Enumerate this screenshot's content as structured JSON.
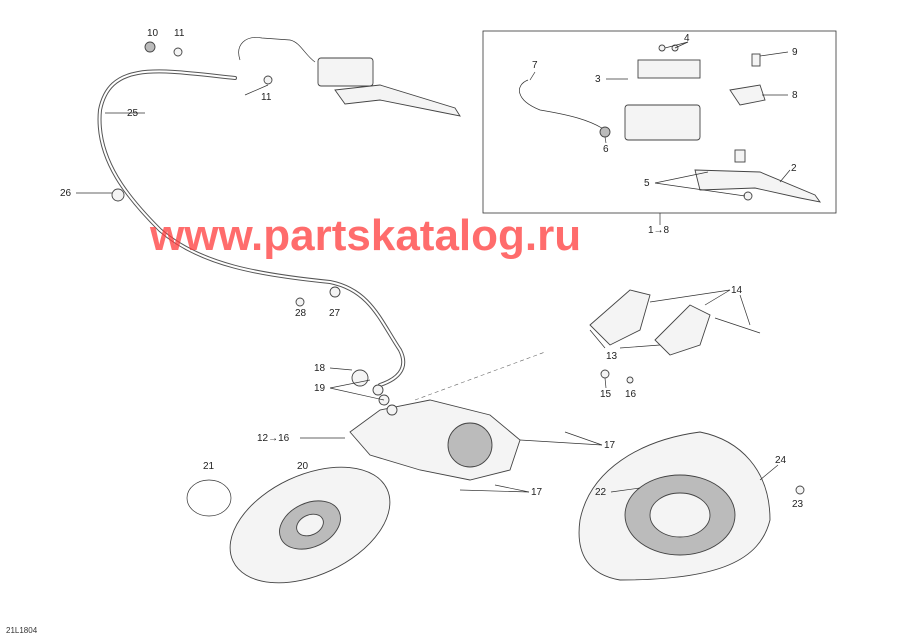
{
  "diagram": {
    "drawing_code": "21L1804",
    "watermark": "www.partskatalog.ru",
    "callouts": [
      "10",
      "11",
      "11",
      "25",
      "26",
      "28",
      "27",
      "18",
      "19",
      "12→16",
      "21",
      "20",
      "17",
      "17",
      "15",
      "16",
      "13",
      "14",
      "22",
      "24",
      "23"
    ],
    "inset_callouts": [
      "7",
      "4",
      "9",
      "3",
      "8",
      "6",
      "5",
      "2",
      "1→8"
    ]
  }
}
